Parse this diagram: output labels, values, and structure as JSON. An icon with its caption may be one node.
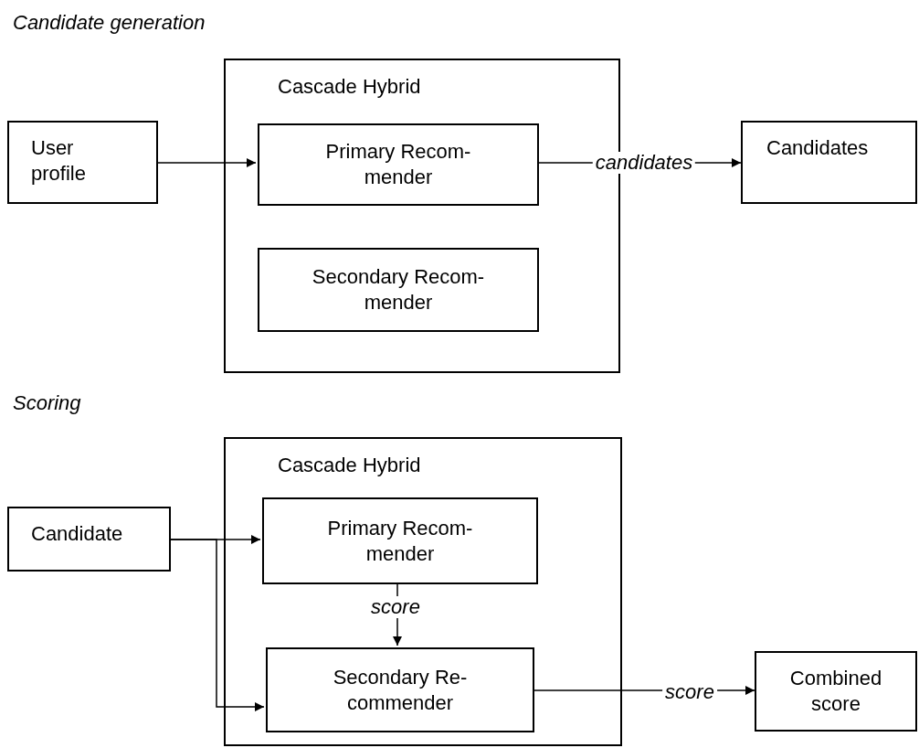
{
  "diagram": {
    "nodes": [
      {
        "text": [
          "Cascade Hybrid"
        ]
      },
      {
        "text": [
          "User profile"
        ]
      },
      {
        "text": [
          "Primary Recom- mender"
        ],
        "in": 0
      },
      {
        "text": [
          "Secondary Recom- mender"
        ],
        "in": 0
      },
      {
        "text": [
          "Candidates"
        ]
      },
      {
        "text": [
          "Cascade Hybrid"
        ]
      },
      {
        "text": [
          "Candidate"
        ]
      },
      {
        "text": [
          "Primary Recom- mender"
        ],
        "in": 5
      },
      {
        "text": [
          "Secondary Re- commender"
        ],
        "in": 5
      },
      {
        "text": [
          "Combined score"
        ]
      }
    ],
    "edges": [
      {
        "from": 1,
        "to": 2,
        "arrow": "to"
      },
      {
        "from": 2,
        "to": 4,
        "arrow": "to",
        "label": "candidates"
      },
      {
        "from": 6,
        "to": 7,
        "arrow": "to"
      },
      {
        "from": 6,
        "to": 8,
        "arrow": "to"
      },
      {
        "from": 7,
        "to": 8,
        "arrow": "to",
        "label": "score"
      },
      {
        "from": 8,
        "to": 9,
        "arrow": "to",
        "label": "score"
      }
    ],
    "labels": [
      "Candidate generation",
      "Scoring"
    ]
  }
}
